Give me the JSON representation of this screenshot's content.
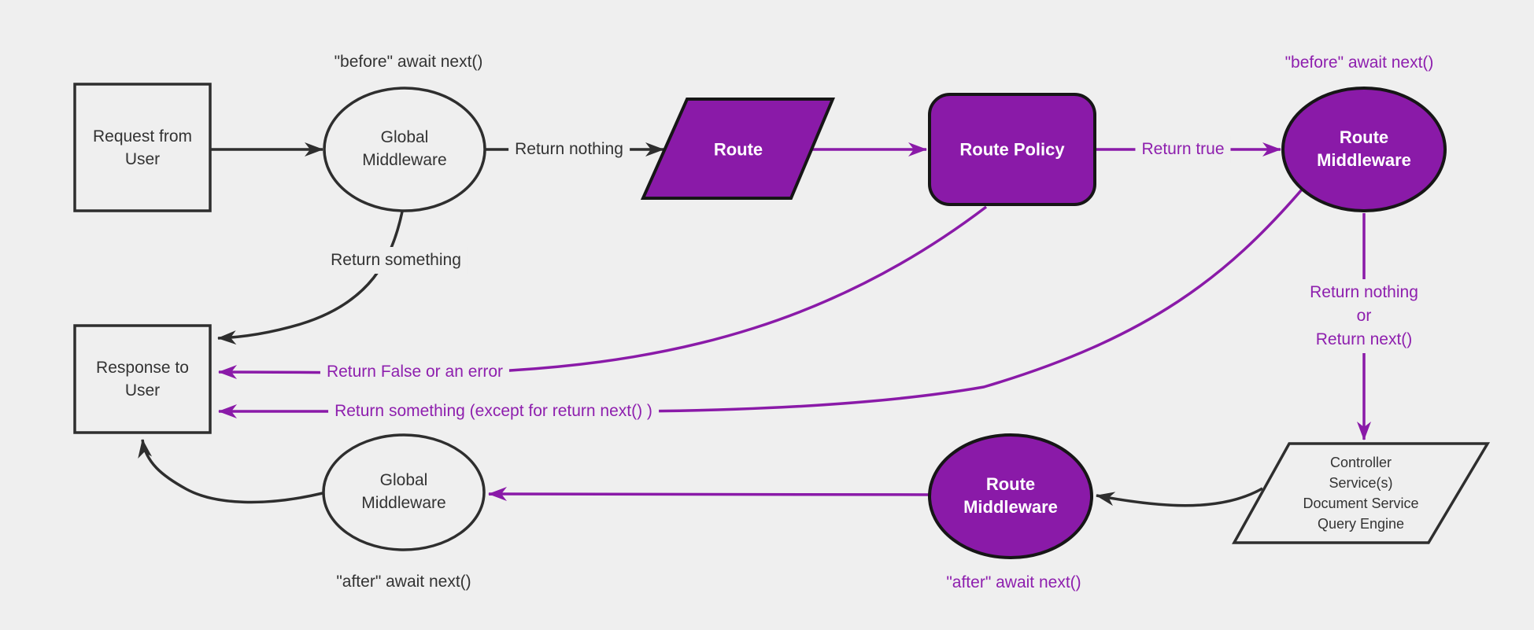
{
  "colors": {
    "background": "#efefef",
    "line_dark": "#2e2e2e",
    "text_dark": "#333333",
    "purple": "#8a1aa8",
    "purple_border": "#161616",
    "purple_text": "#8e1fae",
    "node_text_light": "#ffffff"
  },
  "nodes": {
    "request": {
      "lines": [
        "Request from",
        "User"
      ]
    },
    "global_middleware_top": {
      "lines": [
        "Global",
        "Middleware"
      ]
    },
    "route": {
      "lines": [
        "Route"
      ]
    },
    "route_policy": {
      "lines": [
        "Route Policy"
      ]
    },
    "route_middleware_top": {
      "lines": [
        "Route",
        "Middleware"
      ]
    },
    "controller": {
      "lines": [
        "Controller",
        "Service(s)",
        "Document Service",
        "Query Engine"
      ]
    },
    "response": {
      "lines": [
        "Response to",
        "User"
      ]
    },
    "global_middleware_bottom": {
      "lines": [
        "Global",
        "Middleware"
      ]
    },
    "route_middleware_bottom": {
      "lines": [
        "Route",
        "Middleware"
      ]
    }
  },
  "edge_labels": {
    "before_await_next_top": "\"before\" await next()",
    "before_await_next_right": "\"before\" await next()",
    "return_nothing": "Return nothing",
    "return_true": "Return true",
    "return_nothing_or": {
      "lines": [
        "Return nothing",
        "or",
        "Return next()"
      ]
    },
    "return_something": "Return something",
    "return_false_or_error": "Return False or an error",
    "return_something_except": "Return something (except for return next() )",
    "after_await_next_left": "\"after\" await next()",
    "after_await_next_right": "\"after\" await next()"
  }
}
